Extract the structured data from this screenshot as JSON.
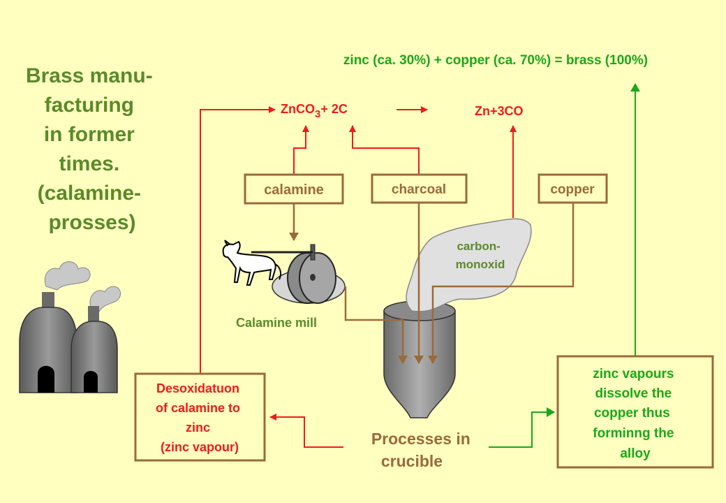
{
  "title": {
    "lines": [
      "Brass manu-",
      "facturing",
      "in former",
      "times.",
      "(calamine-",
      "prosses)"
    ]
  },
  "equation_top": "zinc (ca. 30%) + copper (ca. 70%) = brass (100%)",
  "reaction": {
    "reactant_part1": "ZnCO",
    "reactant_sub": "3",
    "reactant_part2": "+ 2C",
    "product": "Zn+3CO"
  },
  "boxes": {
    "calamine": "calamine",
    "charcoal": "charcoal",
    "copper": "copper"
  },
  "smoke_label": {
    "line1": "carbon-",
    "line2": "monoxid"
  },
  "mill_label": "Calamine mill",
  "desox": {
    "lines": [
      "Desoxidatuon",
      "of calamine to",
      "zinc",
      "(zinc vapour)"
    ]
  },
  "crucible_label": {
    "line1": "Processes in",
    "line2": "crucible"
  },
  "zinc_box": {
    "lines": [
      "zinc vapours",
      "dissolve the",
      "copper thus",
      "forminng the",
      "alloy"
    ]
  },
  "colors": {
    "background": "#ffffc0",
    "green_text": "#5a8a2a",
    "bright_green": "#1aa81a",
    "red": "#ee1c1c",
    "brown": "#9a6a3a",
    "grey": "#7a7a7a"
  }
}
